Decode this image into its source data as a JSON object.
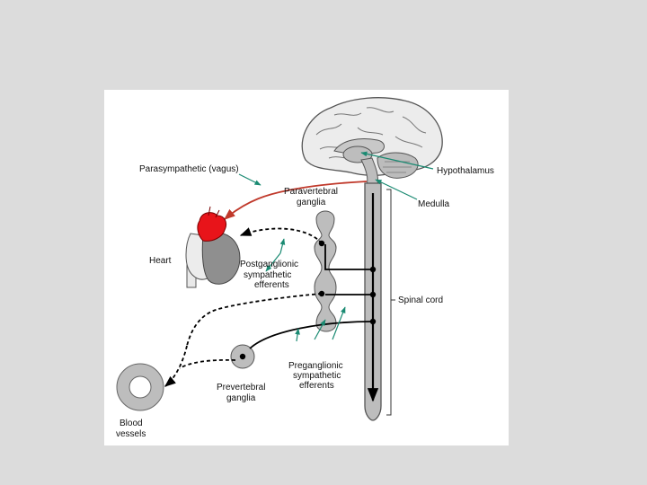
{
  "colors": {
    "background": "#dcdcdc",
    "panel": "#ffffff",
    "parasympathetic": "#c0392b",
    "pointer_arrows": "#1a8a72",
    "heart_atria": "#e8141a",
    "tissue_gray": "#b9b9b9"
  },
  "labels": {
    "parasympathetic": "Parasympathetic (vagus)",
    "hypothalamus": "Hypothalamus",
    "medulla": "Medulla",
    "paravertebral_1": "Paravertebral",
    "paravertebral_2": "ganglia",
    "heart": "Heart",
    "postganglionic_1": "Postganglionic",
    "postganglionic_2": "sympathetic",
    "postganglionic_3": "efferents",
    "spinal_cord": "Spinal cord",
    "preganglionic_1": "Preganglionic",
    "preganglionic_2": "sympathetic",
    "preganglionic_3": "efferents",
    "prevertebral_1": "Prevertebral",
    "prevertebral_2": "ganglia",
    "blood_vessels_1": "Blood",
    "blood_vessels_2": "vessels"
  },
  "icons": [
    "brain-icon",
    "heart-icon",
    "blood-vessel-icon"
  ]
}
